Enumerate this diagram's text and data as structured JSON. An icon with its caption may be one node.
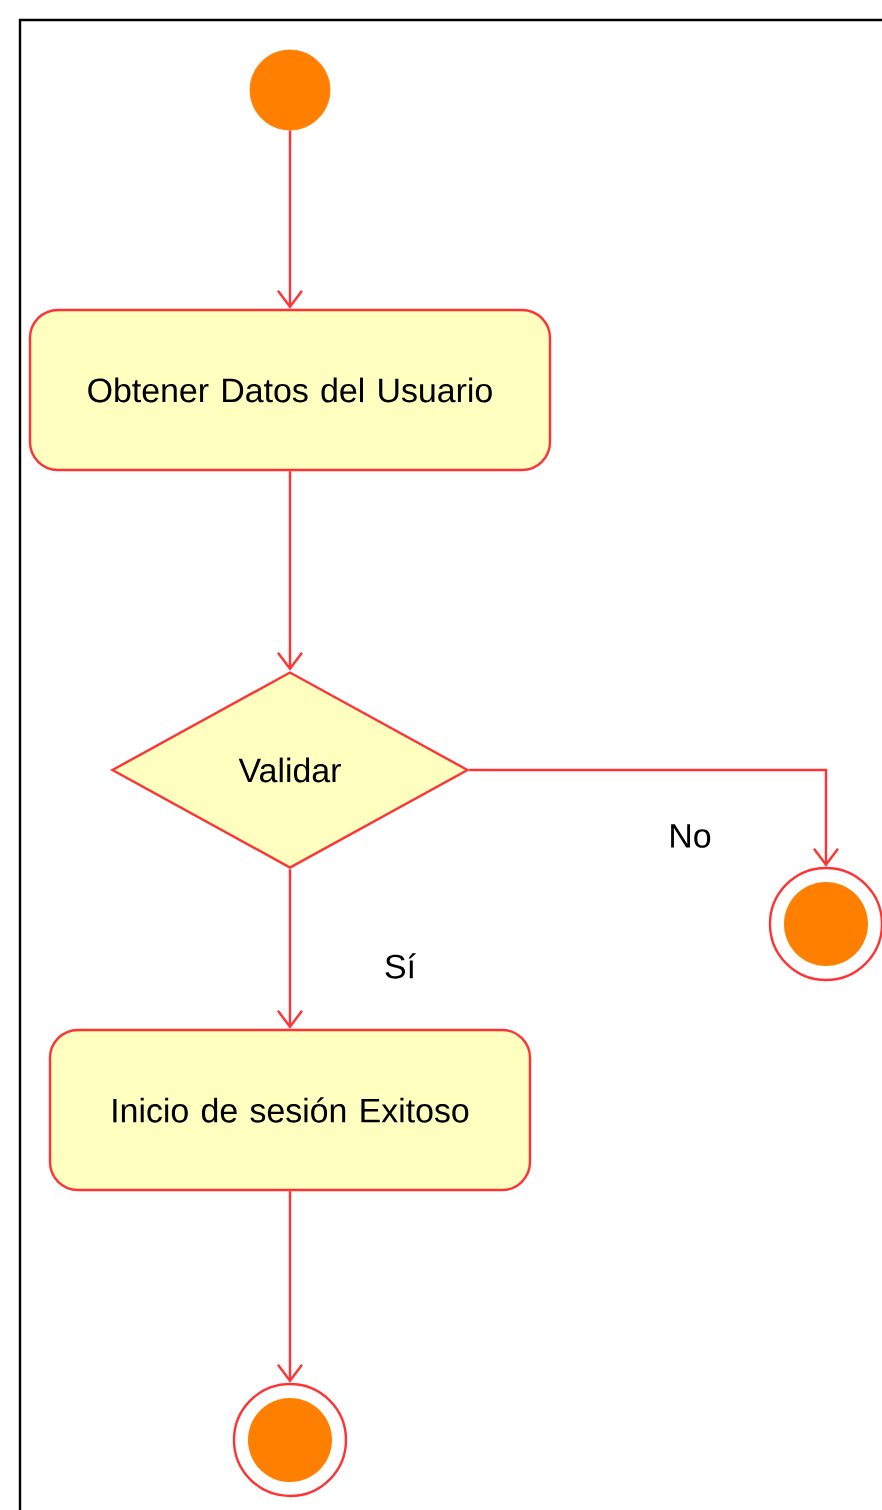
{
  "diagram": {
    "nodes": [
      {
        "text": [],
        "shape": "circle"
      },
      {
        "text": [
          "Obtener Datos del Usuario"
        ]
      },
      {
        "text": [
          "Validar"
        ]
      },
      {
        "text": [],
        "shape": "circle"
      },
      {
        "text": [
          "Inicio de sesión Exitoso"
        ]
      },
      {
        "text": [],
        "shape": "circle"
      }
    ],
    "edges": [
      {
        "from": 0,
        "to": 1,
        "arrow": "to"
      },
      {
        "from": 1,
        "to": 2,
        "arrow": "to"
      },
      {
        "from": 2,
        "to": 3,
        "arrow": "to",
        "label": "No"
      },
      {
        "from": 2,
        "to": 4,
        "arrow": "to",
        "label": "Sí"
      },
      {
        "from": 4,
        "to": 5,
        "arrow": "to"
      }
    ]
  }
}
